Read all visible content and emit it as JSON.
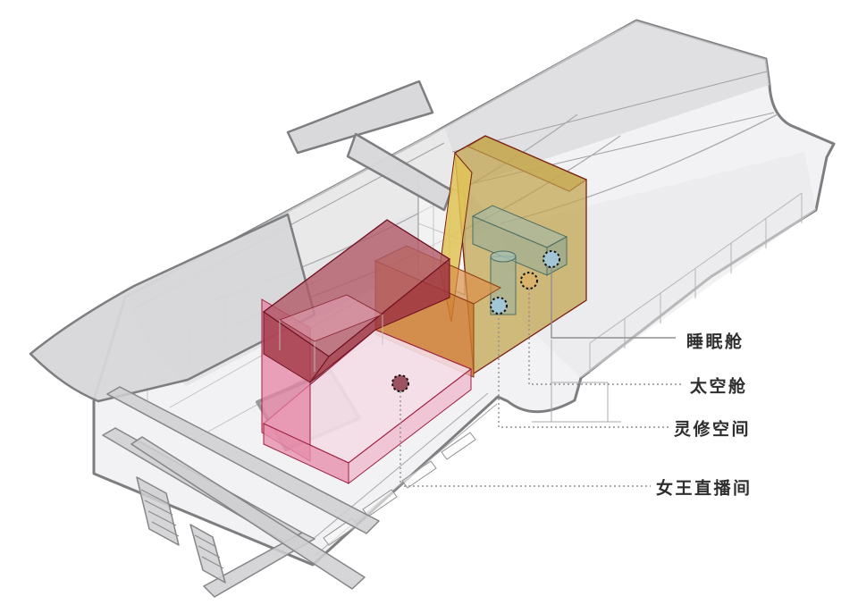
{
  "figure": {
    "type": "axonometric-architecture-diagram",
    "background": "#FFFFFF",
    "annotations": [
      {
        "id": "sleep-cabin",
        "label": "睡眠舱",
        "marker_color": "#A3C6D6",
        "leader_style": "solid"
      },
      {
        "id": "space-capsule",
        "label": "太空舱",
        "marker_color": "#D9B369",
        "leader_style": "dotted"
      },
      {
        "id": "meditation-space",
        "label": "灵修空间",
        "marker_color": "#A3C6D6",
        "leader_style": "dotted"
      },
      {
        "id": "queen-live-room",
        "label": "女王直播间",
        "marker_color": "#9C5260",
        "leader_style": "dotted"
      }
    ],
    "palette": {
      "leader_line": "#8F8F8F",
      "label_text": "#2E2E2E",
      "volume_yellow": "#C0A44E",
      "volume_yellow_top": "#D6BE6C",
      "volume_yellow_blade": "#E0C355",
      "volume_red_top": "#B05A68",
      "volume_red_left": "#A63E4C",
      "volume_red_front": "#9E3542",
      "volume_orange": "#CE7D30",
      "volume_orange_top": "#D89048",
      "volume_pink_top": "#F4DCE6",
      "volume_pink_front": "#E690AD",
      "volume_pink_right": "#EFB4C9",
      "volume_pink_tall": "#E583A3",
      "volume_teal_top": "#9DB8AB",
      "volume_teal_front": "#8FAC9E",
      "volume_teal_right": "#85A295",
      "edge_red": "#6E1020",
      "edge_yellow": "#7A2014",
      "building_outline": "#7D7E80"
    }
  }
}
